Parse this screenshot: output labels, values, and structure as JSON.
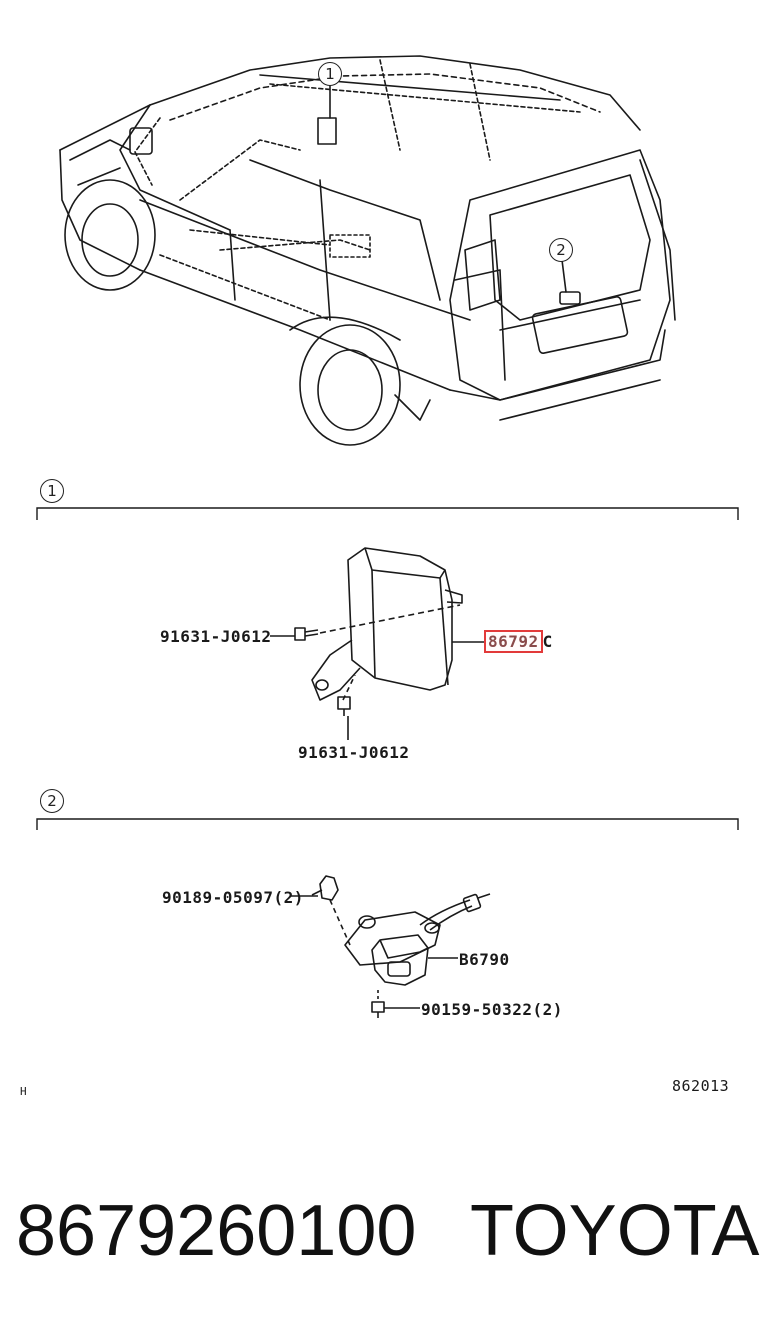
{
  "callouts": {
    "top_1": "1",
    "top_2": "2",
    "section1_marker": "1",
    "section2_marker": "2"
  },
  "section1": {
    "part_bolt_a": "91631-J0612",
    "part_bolt_b": "91631-J0612",
    "part_main_prefix": "86792",
    "part_main_suffix": "C"
  },
  "section2": {
    "part_clip": "90189-05097(2)",
    "part_camera": "B6790",
    "part_screw": "90159-50322(2)"
  },
  "diagram_codes": {
    "left_mark": "H",
    "figure_number": "862013"
  },
  "footer": {
    "part_number": "8679260100",
    "brand": "TOYOTA"
  },
  "colors": {
    "line": "#1a1a1a",
    "highlight": "#e23a3a"
  }
}
